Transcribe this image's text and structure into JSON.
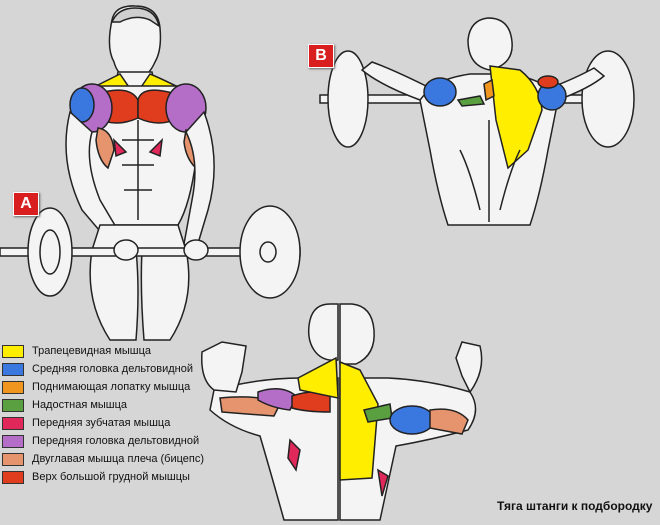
{
  "badges": {
    "a": "A",
    "b": "B"
  },
  "legend": [
    {
      "color": "#ffee00",
      "label": "Трапецевидная мышца"
    },
    {
      "color": "#3a78e0",
      "label": "Средняя головка дельтовидной"
    },
    {
      "color": "#f0961e",
      "label": "Поднимающая лопатку мышца"
    },
    {
      "color": "#5aa040",
      "label": "Надостная мышца"
    },
    {
      "color": "#e0285a",
      "label": "Передняя зубчатая мышца"
    },
    {
      "color": "#b46ec8",
      "label": "Передняя головка дельтовидной"
    },
    {
      "color": "#e6946e",
      "label": "Двуглавая мышца плеча (бицепс)"
    },
    {
      "color": "#e03c1e",
      "label": "Верх большой грудной мышцы"
    }
  ],
  "caption": "Тяга штанги к подбородку"
}
